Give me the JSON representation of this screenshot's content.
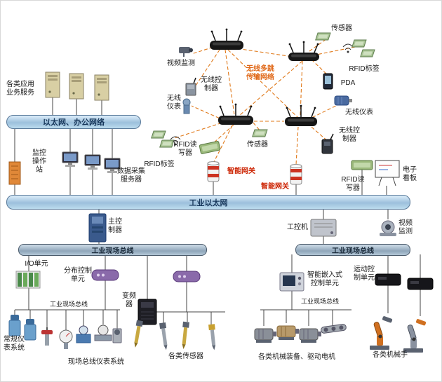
{
  "colors": {
    "mesh_link": "#e07818",
    "mesh_label": "#e06818",
    "gateway_label": "#cc2200",
    "bus_fill": "#9cc0dc"
  },
  "labels": {
    "sensor_top": "传感器",
    "rfid_tags_right": "RFID标签",
    "video_monitor_top": "视频监测",
    "mesh_network": "无线多跳传输网络",
    "wireless_controller_left": "无线控制器",
    "pda": "PDA",
    "wireless_instrument_left": "无线仪表",
    "wireless_instrument_right": "无线仪表",
    "sensor_mid": "传感器",
    "wireless_controller_right": "无线控制器",
    "rfid_reader_left": "RFID读写器",
    "rfid_tags_left": "RFID标签",
    "gateway_1": "智能网关",
    "gateway_2": "智能网关",
    "rfid_reader_right": "RFID读写器",
    "e_board": "电子看板",
    "app_services": "各类应用业务服务",
    "office_network_bar": "以太网、办公网络",
    "monitor_station": "监控操作站",
    "data_server": "数据采集服务器",
    "industrial_ethernet_bar": "工业以太网",
    "main_controller": "主控制器",
    "industrial_pc": "工控机",
    "video_monitor_bottom": "视频监测",
    "fieldbus_bar_left": "工业现场总线",
    "fieldbus_bar_right": "工业现场总线",
    "io_unit": "I/O单元",
    "distributed_control_unit": "分布控制单元",
    "fieldbus_sub_left": "工业现场总线",
    "inverter": "变频器",
    "embedded_control_unit": "智能嵌入式控制单元",
    "motion_control_unit": "运动控制单元",
    "conventional_instrument_system": "常规仪表系统",
    "fieldbus_instrument_system": "现场总线仪表系统",
    "various_sensors": "各类传感器",
    "fieldbus_sub_right": "工业现场总线",
    "machinery_motors": "各类机械装备、驱动电机",
    "robot_arms": "各类机械手"
  }
}
